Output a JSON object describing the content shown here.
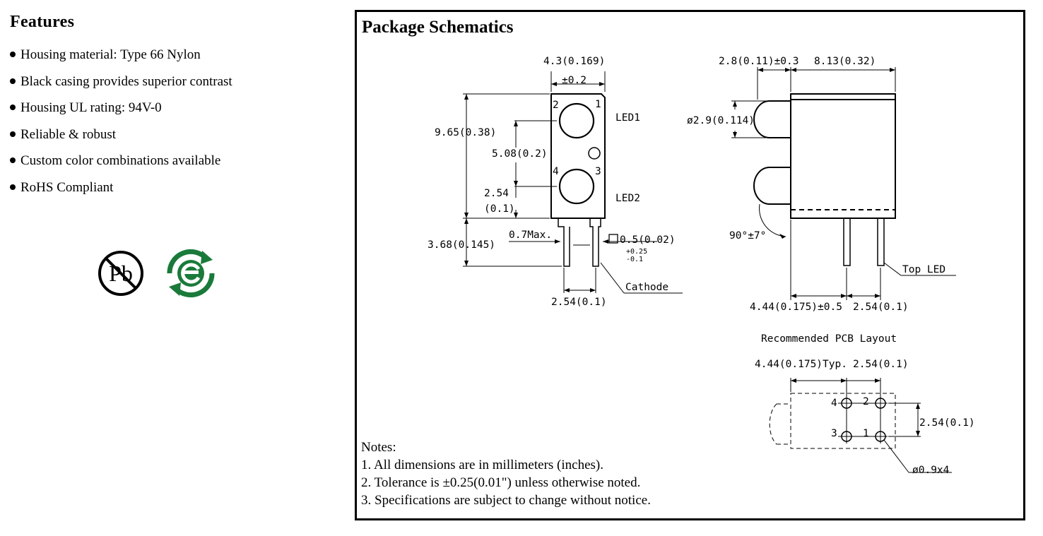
{
  "features": {
    "heading": "Features",
    "items": [
      "Housing material: Type 66 Nylon",
      "Black casing provides superior contrast",
      "Housing UL rating: 94V-0",
      "Reliable & robust",
      "Custom color combinations available",
      "RoHS Compliant"
    ],
    "badges": {
      "lead_free_text": "Pb",
      "lead_free_icon": "no-lead-icon",
      "eco_icon": "green-e-recycle-icon",
      "eco_color": "#1a7a3a"
    }
  },
  "schematics": {
    "title": "Package Schematics",
    "front": {
      "width": "4.3(0.169)",
      "width_tol": "±0.2",
      "height": "9.65(0.38)",
      "spacing": "5.08(0.2)",
      "lower_a": "2.54",
      "lower_b": "(0.1)",
      "lead_length": "3.68(0.145)",
      "max_width": "0.7Max.",
      "lead_square": "0.5(0.02)",
      "tol_plus": "+0.25",
      "tol_minus": "-0.1",
      "cathode": "Cathode",
      "pitch": "2.54(0.1)",
      "led1": "LED1",
      "led2": "LED2",
      "pin1": "1",
      "pin2": "2",
      "pin3": "3",
      "pin4": "4"
    },
    "side": {
      "offset": "2.8(0.11)±0.3",
      "length": "8.13(0.32)",
      "diameter": "ø2.9(0.114)",
      "angle": "90°±7°",
      "top_led": "Top LED",
      "lead_offset": "4.44(0.175)±0.5",
      "lead_pitch": "2.54(0.1)"
    },
    "pcb": {
      "title": "Recommended PCB Layout",
      "typ": "4.44(0.175)Typ.",
      "pitch_x": "2.54(0.1)",
      "pitch_y": "2.54(0.1)",
      "holes": "ø0.9x4",
      "pin1": "1",
      "pin2": "2",
      "pin3": "3",
      "pin4": "4"
    },
    "notes": [
      "Notes:",
      "1. All dimensions are in millimeters (inches).",
      "2. Tolerance is ±0.25(0.01\") unless otherwise noted.",
      "3. Specifications are subject to change without notice."
    ]
  }
}
